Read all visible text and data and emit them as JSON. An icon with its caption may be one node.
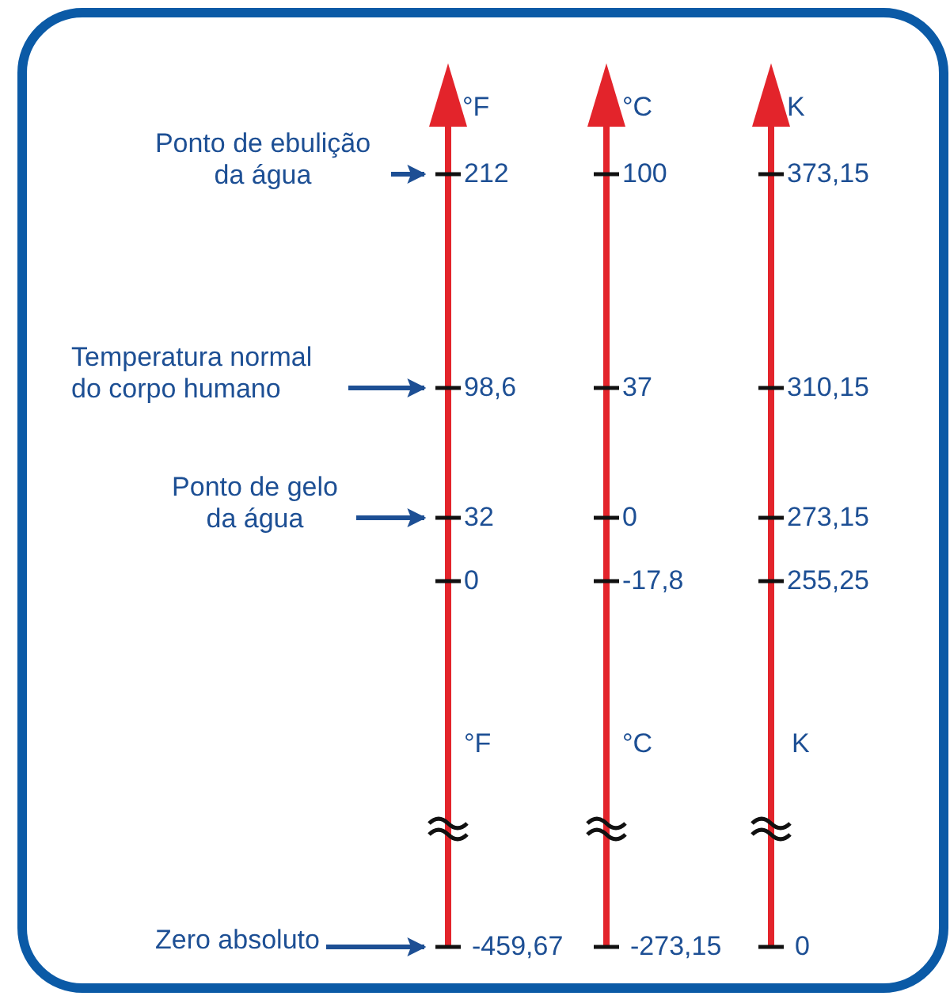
{
  "diagram": {
    "nodes": [
      {
        "text": [
          "Ponto de ebulição da água"
        ]
      },
      {
        "text": [
          "Temperatura normal do corpo humano"
        ]
      },
      {
        "text": [
          "Ponto de gelo da água"
        ]
      },
      {
        "text": [
          "Zero absoluto"
        ]
      }
    ],
    "edges": [
      {
        "from": 0,
        "to": null,
        "arrow": "to"
      },
      {
        "from": 1,
        "to": null,
        "arrow": "to"
      },
      {
        "from": 2,
        "to": null,
        "arrow": "to"
      },
      {
        "from": 3,
        "to": null,
        "arrow": "to"
      }
    ],
    "labels": [
      "°F",
      "°C",
      "K",
      "212",
      "100",
      "373,15",
      "98,6",
      "37",
      "310,15",
      "32",
      "0",
      "273,15",
      "0",
      "-17,8",
      "255,25",
      "°F",
      "°C",
      "K",
      "-459,67",
      "-273,15",
      "0"
    ]
  }
}
